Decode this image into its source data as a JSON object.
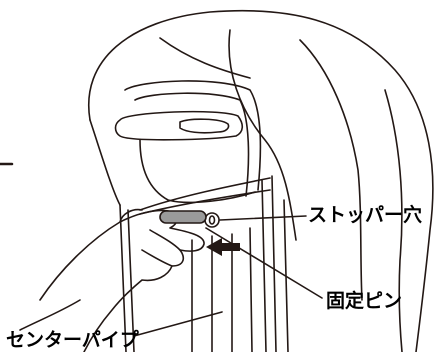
{
  "labels": {
    "stopper_hole": "ストッパー穴",
    "fixing_pin": "固定ピン",
    "center_pipe": "センターパイプ"
  },
  "colors": {
    "line": "#231815",
    "pin_fill": "#9a9a9a",
    "arrow_fill": "#231815",
    "background": "#ffffff"
  }
}
